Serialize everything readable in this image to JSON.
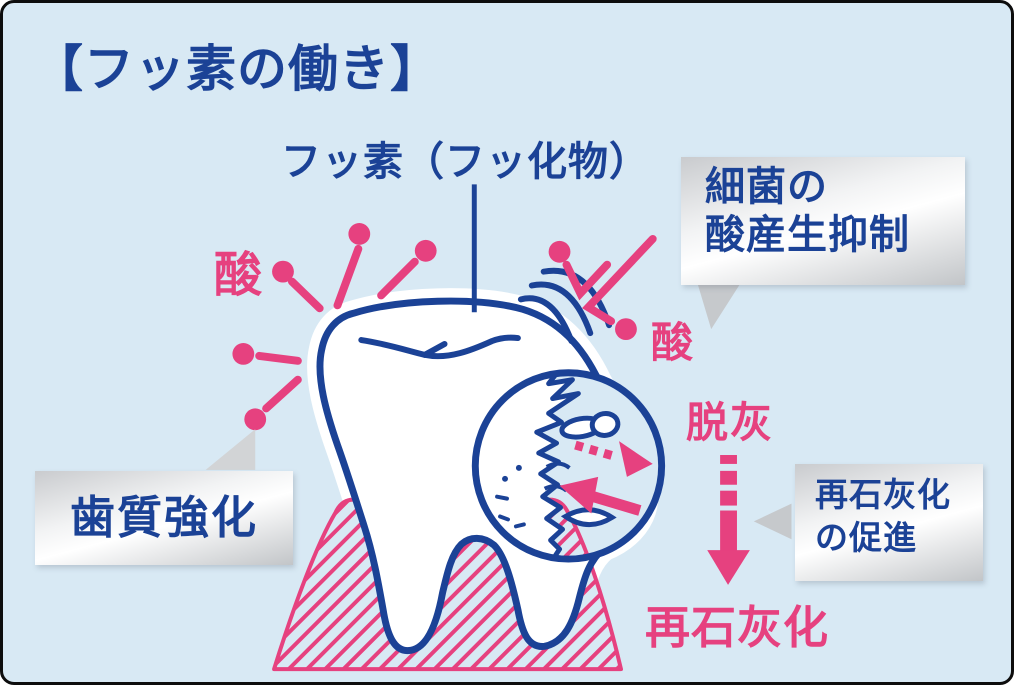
{
  "title": "【フッ素の働き】",
  "diagram": {
    "fluoride_label": "フッ素（フッ化物）",
    "acid_left": "酸",
    "acid_right": "酸",
    "demineralization_label": "脱灰",
    "remineralization_label": "再石灰化",
    "callout_bacteria_line1": "細菌の",
    "callout_bacteria_line2": "酸産生抑制",
    "callout_strengthen": "歯質強化",
    "callout_remin_line1": "再石灰化",
    "callout_remin_line2": "の促進"
  },
  "icons": {
    "tooth": "molar-tooth-illustration",
    "gum": "hatched-gum-illustration",
    "acid_pins_left": "acid-attack-pins",
    "acid_pins_deflected": "acid-deflected-pins",
    "shield": "shield-arcs",
    "magnifier": "magnifier-circle",
    "arrow_out": "demineralization-dashed-arrow",
    "arrow_in": "remineralization-solid-arrow",
    "arrow_cycle": "demin-to-remin-down-arrow",
    "pointer": "fluoride-pointer-line"
  },
  "colors": {
    "background": "#d8e9f4",
    "navy": "#1b4296",
    "pink": "#e6417f",
    "silver_light": "#f2f3f4",
    "silver_dark": "#c2c5c8",
    "white": "#ffffff"
  }
}
